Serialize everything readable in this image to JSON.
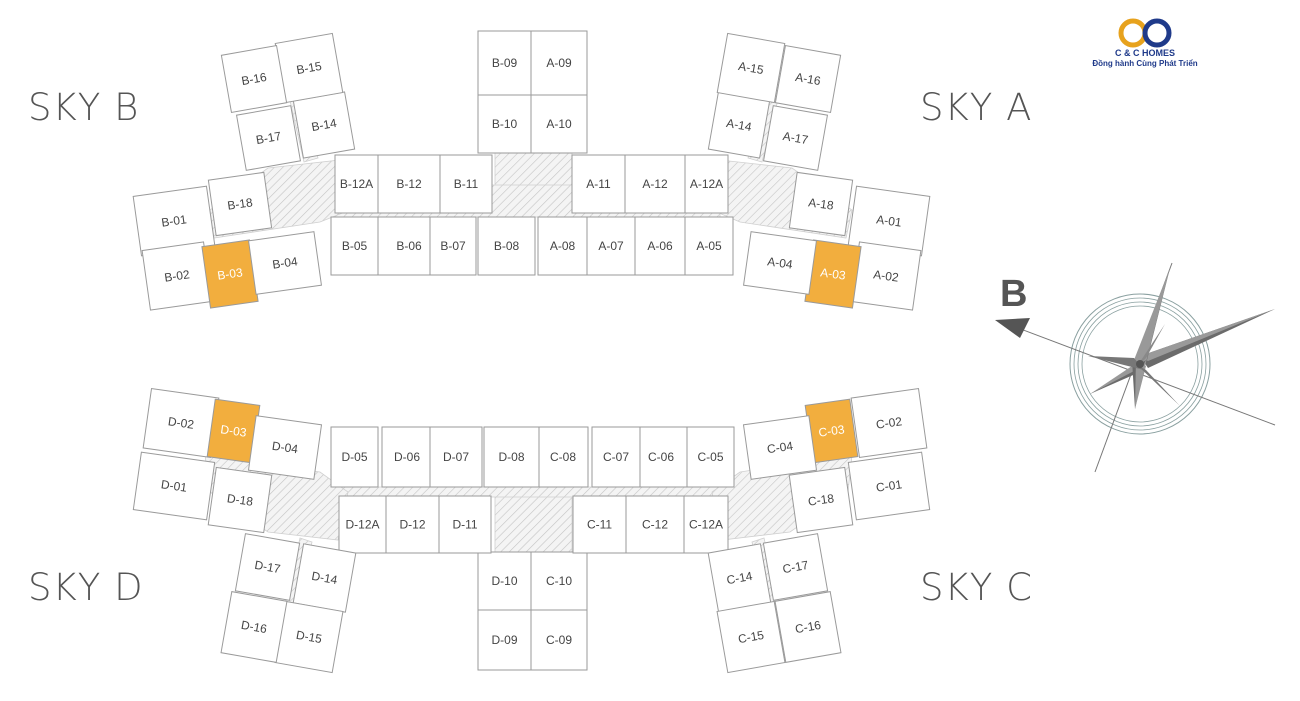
{
  "wings": {
    "sky_a": "SKY A",
    "sky_b": "SKY B",
    "sky_c": "SKY C",
    "sky_d": "SKY D"
  },
  "logo": {
    "brand": "C & C HOMES",
    "slogan": "Đồng hành Cùng Phát Triển"
  },
  "compass": {
    "north_label": "B"
  },
  "colors": {
    "highlight": "#f2ae3e",
    "outline": "#9a9a9a",
    "text": "#444444",
    "corridor": "#c8c8c8",
    "brand_blue": "#1f3a8a",
    "brand_gold": "#e7a21d"
  },
  "units": {
    "A-01": {
      "label": "A-01",
      "highlight": false
    },
    "A-02": {
      "label": "A-02",
      "highlight": false
    },
    "A-03": {
      "label": "A-03",
      "highlight": true
    },
    "A-04": {
      "label": "A-04",
      "highlight": false
    },
    "A-05": {
      "label": "A-05",
      "highlight": false
    },
    "A-06": {
      "label": "A-06",
      "highlight": false
    },
    "A-07": {
      "label": "A-07",
      "highlight": false
    },
    "A-08": {
      "label": "A-08",
      "highlight": false
    },
    "A-09": {
      "label": "A-09",
      "highlight": false
    },
    "A-10": {
      "label": "A-10",
      "highlight": false
    },
    "A-11": {
      "label": "A-11",
      "highlight": false
    },
    "A-12": {
      "label": "A-12",
      "highlight": false
    },
    "A-12A": {
      "label": "A-12A",
      "highlight": false
    },
    "A-14": {
      "label": "A-14",
      "highlight": false
    },
    "A-15": {
      "label": "A-15",
      "highlight": false
    },
    "A-16": {
      "label": "A-16",
      "highlight": false
    },
    "A-17": {
      "label": "A-17",
      "highlight": false
    },
    "A-18": {
      "label": "A-18",
      "highlight": false
    },
    "B-01": {
      "label": "B-01",
      "highlight": false
    },
    "B-02": {
      "label": "B-02",
      "highlight": false
    },
    "B-03": {
      "label": "B-03",
      "highlight": true
    },
    "B-04": {
      "label": "B-04",
      "highlight": false
    },
    "B-05": {
      "label": "B-05",
      "highlight": false
    },
    "B-06": {
      "label": "B-06",
      "highlight": false
    },
    "B-07": {
      "label": "B-07",
      "highlight": false
    },
    "B-08": {
      "label": "B-08",
      "highlight": false
    },
    "B-09": {
      "label": "B-09",
      "highlight": false
    },
    "B-10": {
      "label": "B-10",
      "highlight": false
    },
    "B-11": {
      "label": "B-11",
      "highlight": false
    },
    "B-12": {
      "label": "B-12",
      "highlight": false
    },
    "B-12A": {
      "label": "B-12A",
      "highlight": false
    },
    "B-14": {
      "label": "B-14",
      "highlight": false
    },
    "B-15": {
      "label": "B-15",
      "highlight": false
    },
    "B-16": {
      "label": "B-16",
      "highlight": false
    },
    "B-17": {
      "label": "B-17",
      "highlight": false
    },
    "B-18": {
      "label": "B-18",
      "highlight": false
    },
    "C-01": {
      "label": "C-01",
      "highlight": false
    },
    "C-02": {
      "label": "C-02",
      "highlight": false
    },
    "C-03": {
      "label": "C-03",
      "highlight": true
    },
    "C-04": {
      "label": "C-04",
      "highlight": false
    },
    "C-05": {
      "label": "C-05",
      "highlight": false
    },
    "C-06": {
      "label": "C-06",
      "highlight": false
    },
    "C-07": {
      "label": "C-07",
      "highlight": false
    },
    "C-08": {
      "label": "C-08",
      "highlight": false
    },
    "C-09": {
      "label": "C-09",
      "highlight": false
    },
    "C-10": {
      "label": "C-10",
      "highlight": false
    },
    "C-11": {
      "label": "C-11",
      "highlight": false
    },
    "C-12": {
      "label": "C-12",
      "highlight": false
    },
    "C-12A": {
      "label": "C-12A",
      "highlight": false
    },
    "C-14": {
      "label": "C-14",
      "highlight": false
    },
    "C-15": {
      "label": "C-15",
      "highlight": false
    },
    "C-16": {
      "label": "C-16",
      "highlight": false
    },
    "C-17": {
      "label": "C-17",
      "highlight": false
    },
    "C-18": {
      "label": "C-18",
      "highlight": false
    },
    "D-01": {
      "label": "D-01",
      "highlight": false
    },
    "D-02": {
      "label": "D-02",
      "highlight": false
    },
    "D-03": {
      "label": "D-03",
      "highlight": true
    },
    "D-04": {
      "label": "D-04",
      "highlight": false
    },
    "D-05": {
      "label": "D-05",
      "highlight": false
    },
    "D-06": {
      "label": "D-06",
      "highlight": false
    },
    "D-07": {
      "label": "D-07",
      "highlight": false
    },
    "D-08": {
      "label": "D-08",
      "highlight": false
    },
    "D-09": {
      "label": "D-09",
      "highlight": false
    },
    "D-10": {
      "label": "D-10",
      "highlight": false
    },
    "D-11": {
      "label": "D-11",
      "highlight": false
    },
    "D-12": {
      "label": "D-12",
      "highlight": false
    },
    "D-12A": {
      "label": "D-12A",
      "highlight": false
    },
    "D-14": {
      "label": "D-14",
      "highlight": false
    },
    "D-15": {
      "label": "D-15",
      "highlight": false
    },
    "D-16": {
      "label": "D-16",
      "highlight": false
    },
    "D-17": {
      "label": "D-17",
      "highlight": false
    },
    "D-18": {
      "label": "D-18",
      "highlight": false
    }
  }
}
